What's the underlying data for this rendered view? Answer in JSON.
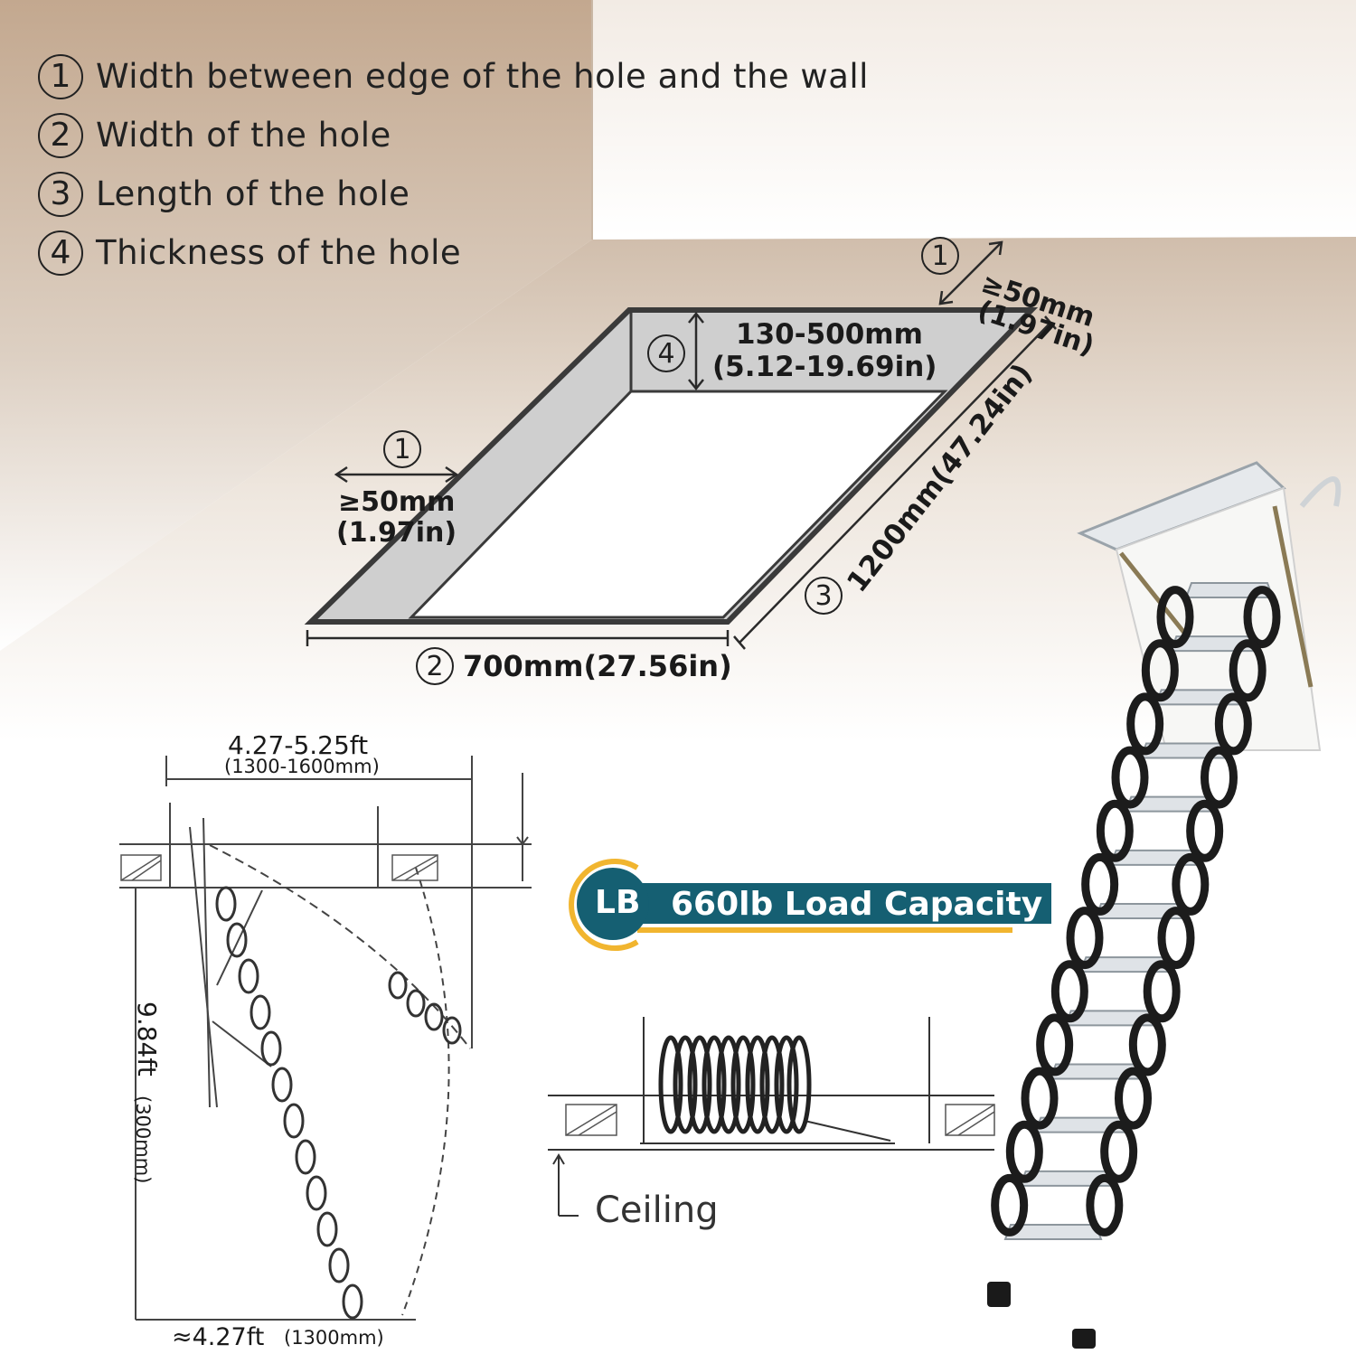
{
  "legend": [
    {
      "num": "1",
      "text": "Width between edge of the hole and the wall"
    },
    {
      "num": "2",
      "text": "Width of the hole"
    },
    {
      "num": "3",
      "text": "Length of the hole"
    },
    {
      "num": "4",
      "text": "Thickness of the hole"
    }
  ],
  "hole": {
    "edge_top": {
      "num": "1",
      "mm": "≥50mm",
      "inch": "(1.97in)"
    },
    "edge_left": {
      "num": "1",
      "mm": "≥50mm",
      "inch": "(1.97in)"
    },
    "thickness": {
      "num": "4",
      "mm": "130-500mm",
      "inch": "(5.12-19.69in)"
    },
    "length": {
      "num": "3",
      "text": "1200mm(47.24in)"
    },
    "width": {
      "num": "2",
      "text": "700mm(27.56in)"
    }
  },
  "drawing": {
    "top_span_ft": "4.27-5.25ft",
    "top_span_mm": "(1300-1600mm)",
    "height_ft": "9.84ft",
    "height_mm": "(300mm)",
    "bottom_ft": "≈4.27ft",
    "bottom_mm": "(1300mm)"
  },
  "badge": {
    "icon": "LB",
    "text": "660lb Load Capacity"
  },
  "ceiling_label": "Ceiling",
  "colors": {
    "badge_teal": "#155f72",
    "badge_gold": "#f1b52f"
  }
}
